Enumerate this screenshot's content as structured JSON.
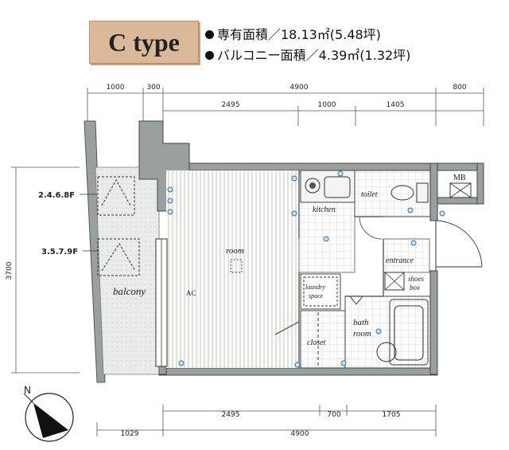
{
  "header": {
    "type_label": "C type",
    "exclusive_area": "専有面積／18.13㎡(5.48坪)",
    "balcony_area": "バルコニー面積／4.39㎡(1.32坪)"
  },
  "dimensions": {
    "top_row_1": [
      "1000",
      "300",
      "4900",
      "800"
    ],
    "top_row_2": [
      "2495",
      "1000",
      "1405"
    ],
    "left": "3700",
    "bottom_row_1": [
      "2495",
      "700",
      "1705"
    ],
    "bottom_row_2": [
      "1029",
      "4900"
    ]
  },
  "floors": {
    "upper": "2.4.6.8F",
    "lower": "3.5.7.9F"
  },
  "rooms": {
    "balcony": "balcony",
    "ac": "AC",
    "room": "room",
    "kitchen": "kitchen",
    "toilet": "toilet",
    "mb": "MB",
    "entrance": "entrance",
    "shoes_box_1": "shoes",
    "shoes_box_2": "box",
    "laundry_1": "laundry",
    "laundry_2": "space",
    "bath_1": "bath",
    "bath_2": "room",
    "closet": "closet"
  },
  "compass": {
    "north_label": "N"
  }
}
